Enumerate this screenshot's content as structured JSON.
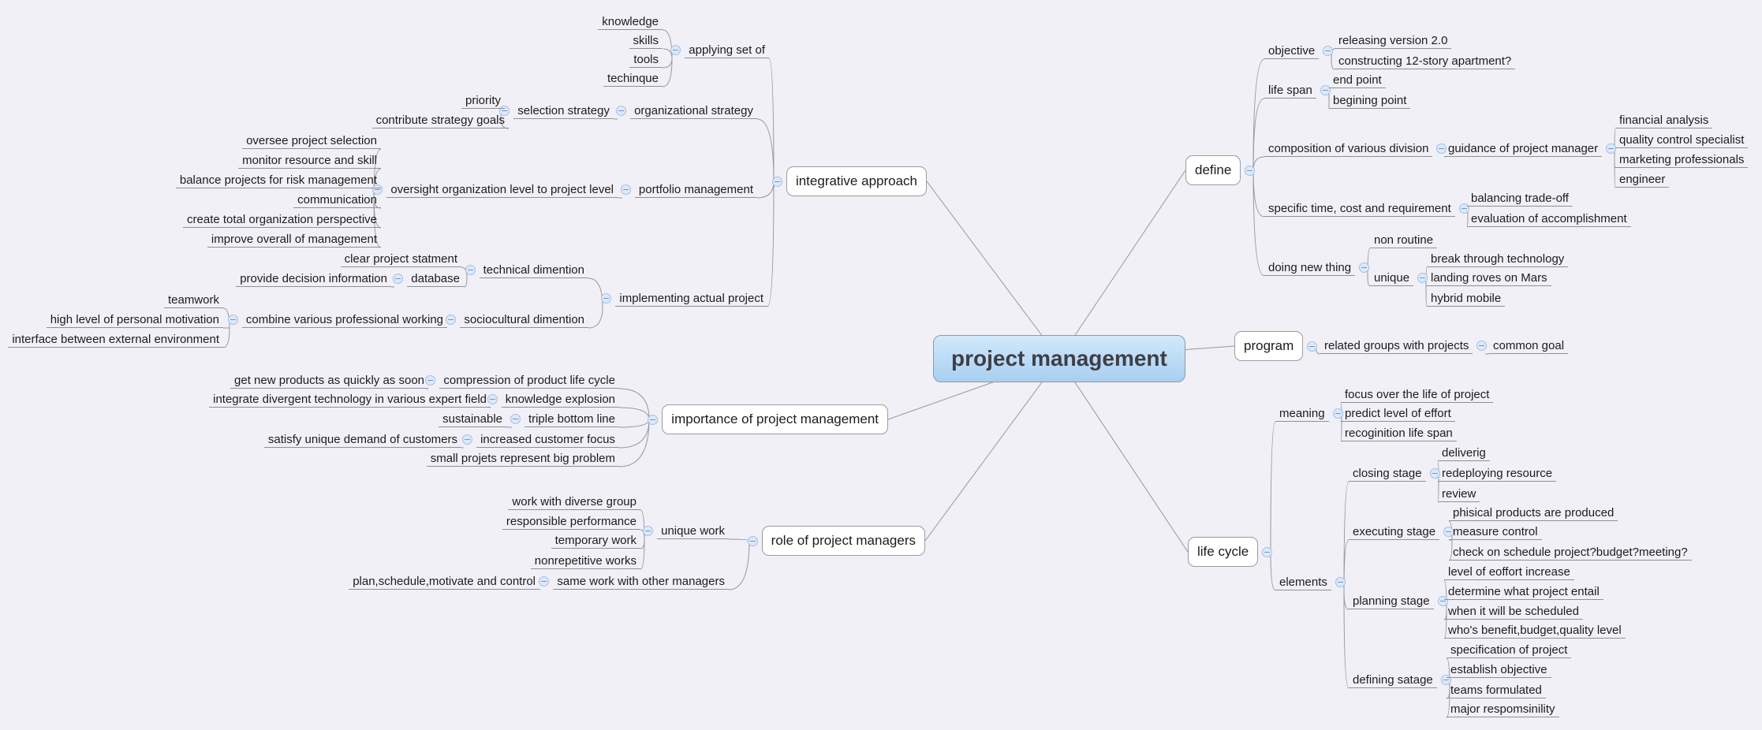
{
  "theme": {
    "background": "#f0f0f6",
    "node_fill": "#ffffff",
    "root_fill_top": "#d2e8fc",
    "root_fill_bottom": "#a8cff0",
    "line_color": "#97979c",
    "underline_color": "#8f8f94",
    "icon_fill": "#dce9fb",
    "icon_border": "#a3bfe6",
    "icon_glyph": "#7d95bd",
    "text_color": "#1c1c1e",
    "root_text_color": "#3d3f45"
  },
  "root": {
    "id": "project-management",
    "label": "project management",
    "children": [
      {
        "id": "integrative-approach",
        "label": "integrative approach",
        "children": [
          {
            "id": "applying-set-of",
            "label": "applying set of",
            "children": [
              {
                "id": "knowledge",
                "label": "knowledge"
              },
              {
                "id": "skills",
                "label": "skills"
              },
              {
                "id": "tools",
                "label": "tools"
              },
              {
                "id": "techinque",
                "label": "techinque"
              }
            ]
          },
          {
            "id": "organizational-strategy",
            "label": "organizational strategy",
            "children": [
              {
                "id": "selection-strategy",
                "label": "selection strategy",
                "children": [
                  {
                    "id": "priority",
                    "label": "priority"
                  },
                  {
                    "id": "contribute-strategy-goals",
                    "label": "contribute strategy goals"
                  }
                ]
              }
            ]
          },
          {
            "id": "portfolio-management",
            "label": "portfolio management",
            "children": [
              {
                "id": "oversight-organization-level",
                "label": "oversight organization level to project level",
                "children": [
                  {
                    "id": "oversee-project-selection",
                    "label": "oversee project selection"
                  },
                  {
                    "id": "monitor-resource-and-skill",
                    "label": "monitor resource and skill"
                  },
                  {
                    "id": "balance-projects-risk",
                    "label": "balance projects for  risk management"
                  },
                  {
                    "id": "communication",
                    "label": "communication"
                  },
                  {
                    "id": "create-total-organization-perspective",
                    "label": "create total organization perspective"
                  },
                  {
                    "id": "improve-overall-of-management",
                    "label": "improve overall of management"
                  }
                ]
              }
            ]
          },
          {
            "id": "implementing-actual-project",
            "label": "implementing actual project",
            "children": [
              {
                "id": "technical-dimention",
                "label": "technical dimention",
                "children": [
                  {
                    "id": "clear-project-statment",
                    "label": "clear project statment"
                  },
                  {
                    "id": "database",
                    "label": "database",
                    "children": [
                      {
                        "id": "provide-decision-information",
                        "label": "provide decision information"
                      }
                    ]
                  }
                ]
              },
              {
                "id": "sociocultural-dimention",
                "label": "sociocultural dimention",
                "children": [
                  {
                    "id": "combine-various-professional-working",
                    "label": "combine various professional working",
                    "children": [
                      {
                        "id": "teamwork",
                        "label": "teamwork"
                      },
                      {
                        "id": "high-level-of-personal-motivation",
                        "label": "high level of personal motivation"
                      },
                      {
                        "id": "interface-between-external-environment",
                        "label": "interface between external environment"
                      }
                    ]
                  }
                ]
              }
            ]
          }
        ]
      },
      {
        "id": "define",
        "label": "define",
        "children": [
          {
            "id": "objective",
            "label": "objective",
            "children": [
              {
                "id": "releasing-version-2-0",
                "label": "releasing version 2.0"
              },
              {
                "id": "constructing-12-story-apartment",
                "label": "constructing 12-story apartment?"
              }
            ]
          },
          {
            "id": "life-span",
            "label": "life span",
            "children": [
              {
                "id": "end-point",
                "label": "end point"
              },
              {
                "id": "begining-point",
                "label": "begining point"
              }
            ]
          },
          {
            "id": "composition-of-various-division",
            "label": "composition of various division",
            "children": [
              {
                "id": "guidance-of-project-manager",
                "label": "guidance of project manager",
                "children": [
                  {
                    "id": "financial-analysis",
                    "label": "financial analysis"
                  },
                  {
                    "id": "quality-control-specialist",
                    "label": "quality control specialist"
                  },
                  {
                    "id": "marketing-professionals",
                    "label": "marketing professionals"
                  },
                  {
                    "id": "engineer",
                    "label": "engineer"
                  }
                ]
              }
            ]
          },
          {
            "id": "specific-time-cost-and-requirement",
            "label": "specific time, cost and requirement",
            "children": [
              {
                "id": "balancing-trade-off",
                "label": "balancing trade-off"
              },
              {
                "id": "evaluation-of-accomplishment",
                "label": "evaluation of accomplishment"
              }
            ]
          },
          {
            "id": "doing-new-thing",
            "label": "doing new thing",
            "children": [
              {
                "id": "non-routine",
                "label": "non routine"
              },
              {
                "id": "unique",
                "label": "unique",
                "children": [
                  {
                    "id": "break-through-technology",
                    "label": "break through technology"
                  },
                  {
                    "id": "landing-roves-on-mars",
                    "label": "landing roves on Mars"
                  },
                  {
                    "id": "hybrid-mobile",
                    "label": "hybrid mobile"
                  }
                ]
              }
            ]
          }
        ]
      },
      {
        "id": "program",
        "label": "program",
        "children": [
          {
            "id": "related-groups-with-projects",
            "label": "related groups with projects",
            "children": [
              {
                "id": "common-goal",
                "label": "common goal"
              }
            ]
          }
        ]
      },
      {
        "id": "importance-of-project-management",
        "label": "importance of project management",
        "children": [
          {
            "id": "compression-of-product-life-cycle",
            "label": "compression of product life cycle",
            "children": [
              {
                "id": "get-new-products",
                "label": "get new products as quickly as soon"
              }
            ]
          },
          {
            "id": "knowledge-explosion",
            "label": "knowledge explosion",
            "children": [
              {
                "id": "integrate-divergent-technology",
                "label": "integrate divergent technology in various expert field"
              }
            ]
          },
          {
            "id": "triple-bottom-line",
            "label": "triple bottom line",
            "children": [
              {
                "id": "sustainable",
                "label": "sustainable"
              }
            ]
          },
          {
            "id": "increased-customer-focus",
            "label": "increased customer focus",
            "children": [
              {
                "id": "satisfy-unique-demand",
                "label": "satisfy unique demand of customers"
              }
            ]
          },
          {
            "id": "small-projets-represent-big-problem",
            "label": "small projets represent big problem"
          }
        ]
      },
      {
        "id": "role-of-project-managers",
        "label": "role of project managers",
        "children": [
          {
            "id": "unique-work",
            "label": "unique work",
            "children": [
              {
                "id": "work-with-diverse-group",
                "label": "work with diverse group"
              },
              {
                "id": "responsible-performance",
                "label": "responsible performance"
              },
              {
                "id": "temporary-work",
                "label": "temporary work"
              },
              {
                "id": "nonrepetitive-works",
                "label": "nonrepetitive works"
              }
            ]
          },
          {
            "id": "same-work-with-other-managers",
            "label": "same work with other managers",
            "children": [
              {
                "id": "plan-schedule-motivate-and-control",
                "label": "plan,schedule,motivate and control"
              }
            ]
          }
        ]
      },
      {
        "id": "life-cycle",
        "label": "life cycle",
        "children": [
          {
            "id": "meaning",
            "label": "meaning",
            "children": [
              {
                "id": "focus-over-the-life-of-project",
                "label": "focus over the life of project"
              },
              {
                "id": "predict-level-of-effort",
                "label": "predict level of effort"
              },
              {
                "id": "recoginition-life-span",
                "label": "recoginition life span"
              }
            ]
          },
          {
            "id": "elements",
            "label": "elements",
            "children": [
              {
                "id": "closing-stage",
                "label": "closing stage",
                "children": [
                  {
                    "id": "deliverig",
                    "label": "deliverig"
                  },
                  {
                    "id": "redeploying-resource",
                    "label": "redeploying resource"
                  },
                  {
                    "id": "review",
                    "label": "review"
                  }
                ]
              },
              {
                "id": "executing-stage",
                "label": "executing stage",
                "children": [
                  {
                    "id": "phisical-products-are-produced",
                    "label": "phisical products are produced"
                  },
                  {
                    "id": "measure-control",
                    "label": "measure control"
                  },
                  {
                    "id": "check-on-schedule",
                    "label": "check on schedule project?budget?meeting?"
                  }
                ]
              },
              {
                "id": "planning-stage",
                "label": "planning stage",
                "children": [
                  {
                    "id": "level-of-eoffort-increase",
                    "label": "level of eoffort increase"
                  },
                  {
                    "id": "determine-what-project-entail",
                    "label": "determine what project entail"
                  },
                  {
                    "id": "when-it-will-be-scheduled",
                    "label": "when it will be scheduled"
                  },
                  {
                    "id": "whos-benefit-budget-quality-level",
                    "label": "who's benefit,budget,quality level"
                  }
                ]
              },
              {
                "id": "defining-satage",
                "label": "defining satage",
                "children": [
                  {
                    "id": "specification-of-project",
                    "label": "specification of project"
                  },
                  {
                    "id": "establish-objective",
                    "label": "establish objective"
                  },
                  {
                    "id": "teams-formulated",
                    "label": "teams formulated"
                  },
                  {
                    "id": "major-respomsinility",
                    "label": "major respomsinility"
                  }
                ]
              }
            ]
          }
        ]
      }
    ]
  }
}
